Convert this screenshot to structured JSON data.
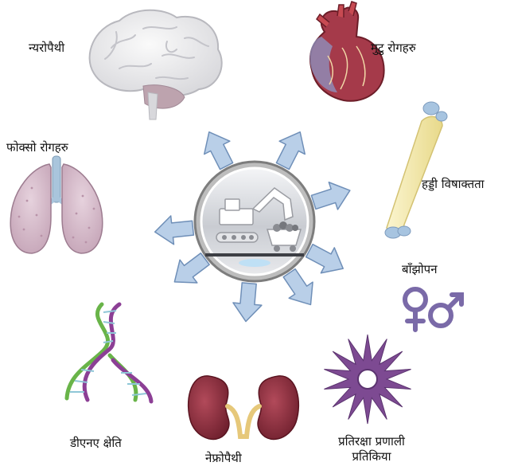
{
  "labels": {
    "neuropathy": "न्यरोपैथी",
    "heart_disease": "मुटु रोगहरु",
    "lung_disease": "फोक्सो रोगहरु",
    "bone_toxicity": "हड्डी विषाक्तता",
    "infertility": "बाँझोपन",
    "dna_damage": "डीएनए क्षेति",
    "nephropathy": "नेफ्रोपैथी",
    "immune_response_line1": "प्रतिरक्षा प्रणाली",
    "immune_response_line2": "प्रतिकिया"
  },
  "colors": {
    "arrow_fill": "#b9cfe8",
    "arrow_stroke": "#6f8fb8",
    "circle_rim": "#8a8a8a",
    "brain": "#e9e9ec",
    "heart": "#a53a4a",
    "lung": "#d3b6c6",
    "bone": "#f2e7a6",
    "gender_symbol": "#7a6aa8",
    "dna_green": "#69b449",
    "dna_purple": "#8c3f95",
    "kidney": "#8c2b3b",
    "immune": "#7d4a92"
  }
}
